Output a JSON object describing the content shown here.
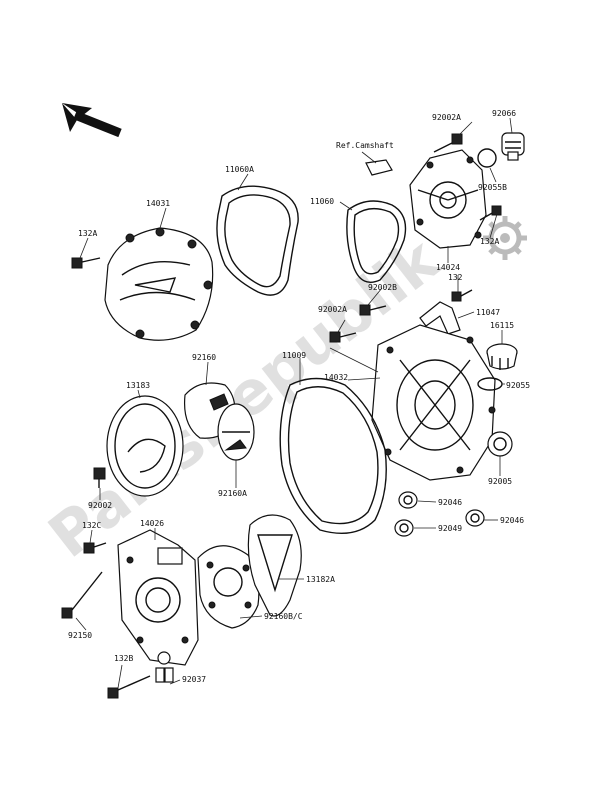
{
  "diagram": {
    "watermark": "PartsRepublik",
    "ref_note": "Ref.Camshaft",
    "labels": {
      "p92066": "92066",
      "p92002A_top": "92002A",
      "p11060A": "11060A",
      "p11060": "11060",
      "p14031": "14031",
      "p132A_left": "132A",
      "p92055B": "92055B",
      "p132A_right": "132A",
      "p14024": "14024",
      "p132": "132",
      "p92002B": "92002B",
      "p11047": "11047",
      "p92002A_mid": "92002A",
      "p16115": "16115",
      "p11009": "11009",
      "p14032": "14032",
      "p92160": "92160",
      "p92055": "92055",
      "p13183": "13183",
      "p92160A": "92160A",
      "p92002": "92002",
      "p92005": "92005",
      "p92046_mid": "92046",
      "p132C": "132C",
      "p14026": "14026",
      "p92049": "92049",
      "p92046_right": "92046",
      "p13182A": "13182A",
      "p92150": "92150",
      "p92160BC": "92160B/C",
      "p132B": "132B",
      "p92037": "92037"
    }
  }
}
